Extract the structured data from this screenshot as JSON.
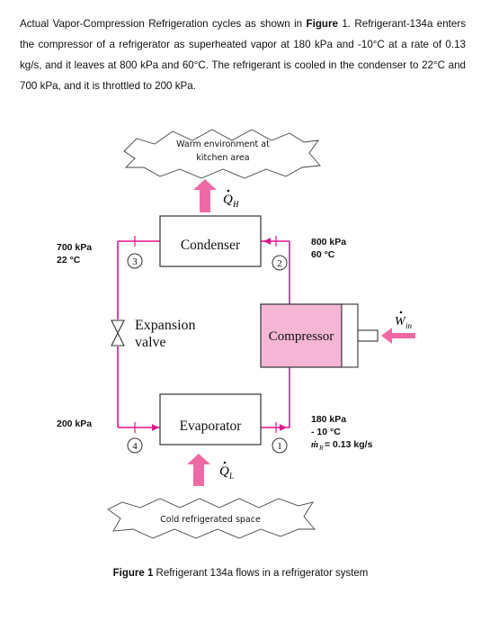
{
  "problem": {
    "p1": "Actual Vapor-Compression Refrigeration cycles as shown in ",
    "fig_ref": "Figure",
    "p2": " 1. Refrigerant-134a enters the compressor of a refrigerator as superheated vapor at 180 kPa and -10°C at a rate of 0.13 kg/s, and it leaves at 800 kPa and 60°C. The refrigerant is cooled in the condenser to 22°C and 700 kPa, and it is throttled to 200 kPa."
  },
  "diagram": {
    "warm_line1": "Warm environment at",
    "warm_line2": "kitchen area",
    "cold_label": "Cold refrigerated space",
    "qh_symbol": "Q",
    "qh_sub": "H",
    "ql_symbol": "Q",
    "ql_sub": "L",
    "win_symbol": "W",
    "win_sub": "in",
    "condenser": "Condenser",
    "evaporator": "Evaporator",
    "compressor": "Compressor",
    "expansion_line1": "Expansion",
    "expansion_line2": "valve",
    "state1": "1",
    "state2": "2",
    "state3": "3",
    "state4": "4",
    "s3_pressure": "700 kPa",
    "s3_temp": "22 °C",
    "s2_pressure": "800 kPa",
    "s2_temp": "60 °C",
    "s4_pressure": "200 kPa",
    "s1_pressure": "180 kPa",
    "s1_temp": "- 10 °C",
    "mass_flow_symbol": "ṁ",
    "mass_flow_sub": "R",
    "mass_flow_value": " = 0.13 kg/s",
    "colors": {
      "pipe": "#e0148c",
      "compressor_fill": "#f4b6d4",
      "arrow": "#ef6aa5"
    }
  },
  "caption": {
    "label": "Figure 1",
    "text": " Refrigerant 134a flows in a refrigerator system"
  }
}
